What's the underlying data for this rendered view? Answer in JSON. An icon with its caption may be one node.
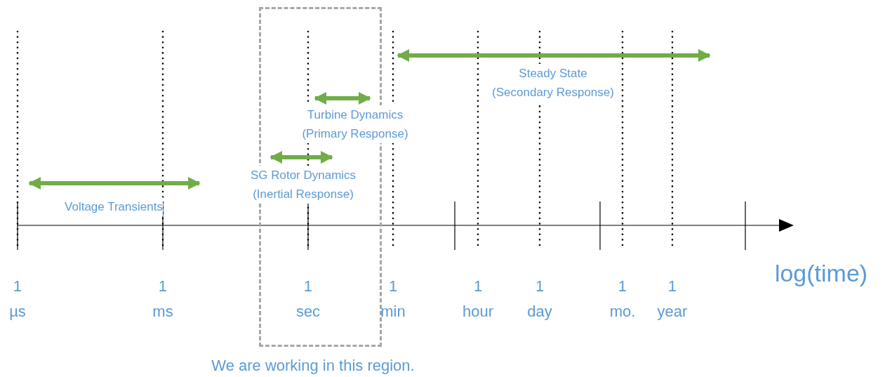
{
  "diagram": {
    "nodes": [
      {
        "text": [],
        "shape": "box",
        "beside": [
          "We are working in this region."
        ]
      }
    ],
    "labels": [
      "Steady State (Secondary Response)",
      "Turbine Dynamics (Primary Response)",
      "SG Rotor Dynamics (Inertial Response)",
      "Voltage Transients",
      "1 µs",
      "1 ms",
      "1 sec",
      "1 min",
      "1 hour",
      "1 day",
      "1 mo.",
      "1 year",
      "log(time)"
    ]
  }
}
